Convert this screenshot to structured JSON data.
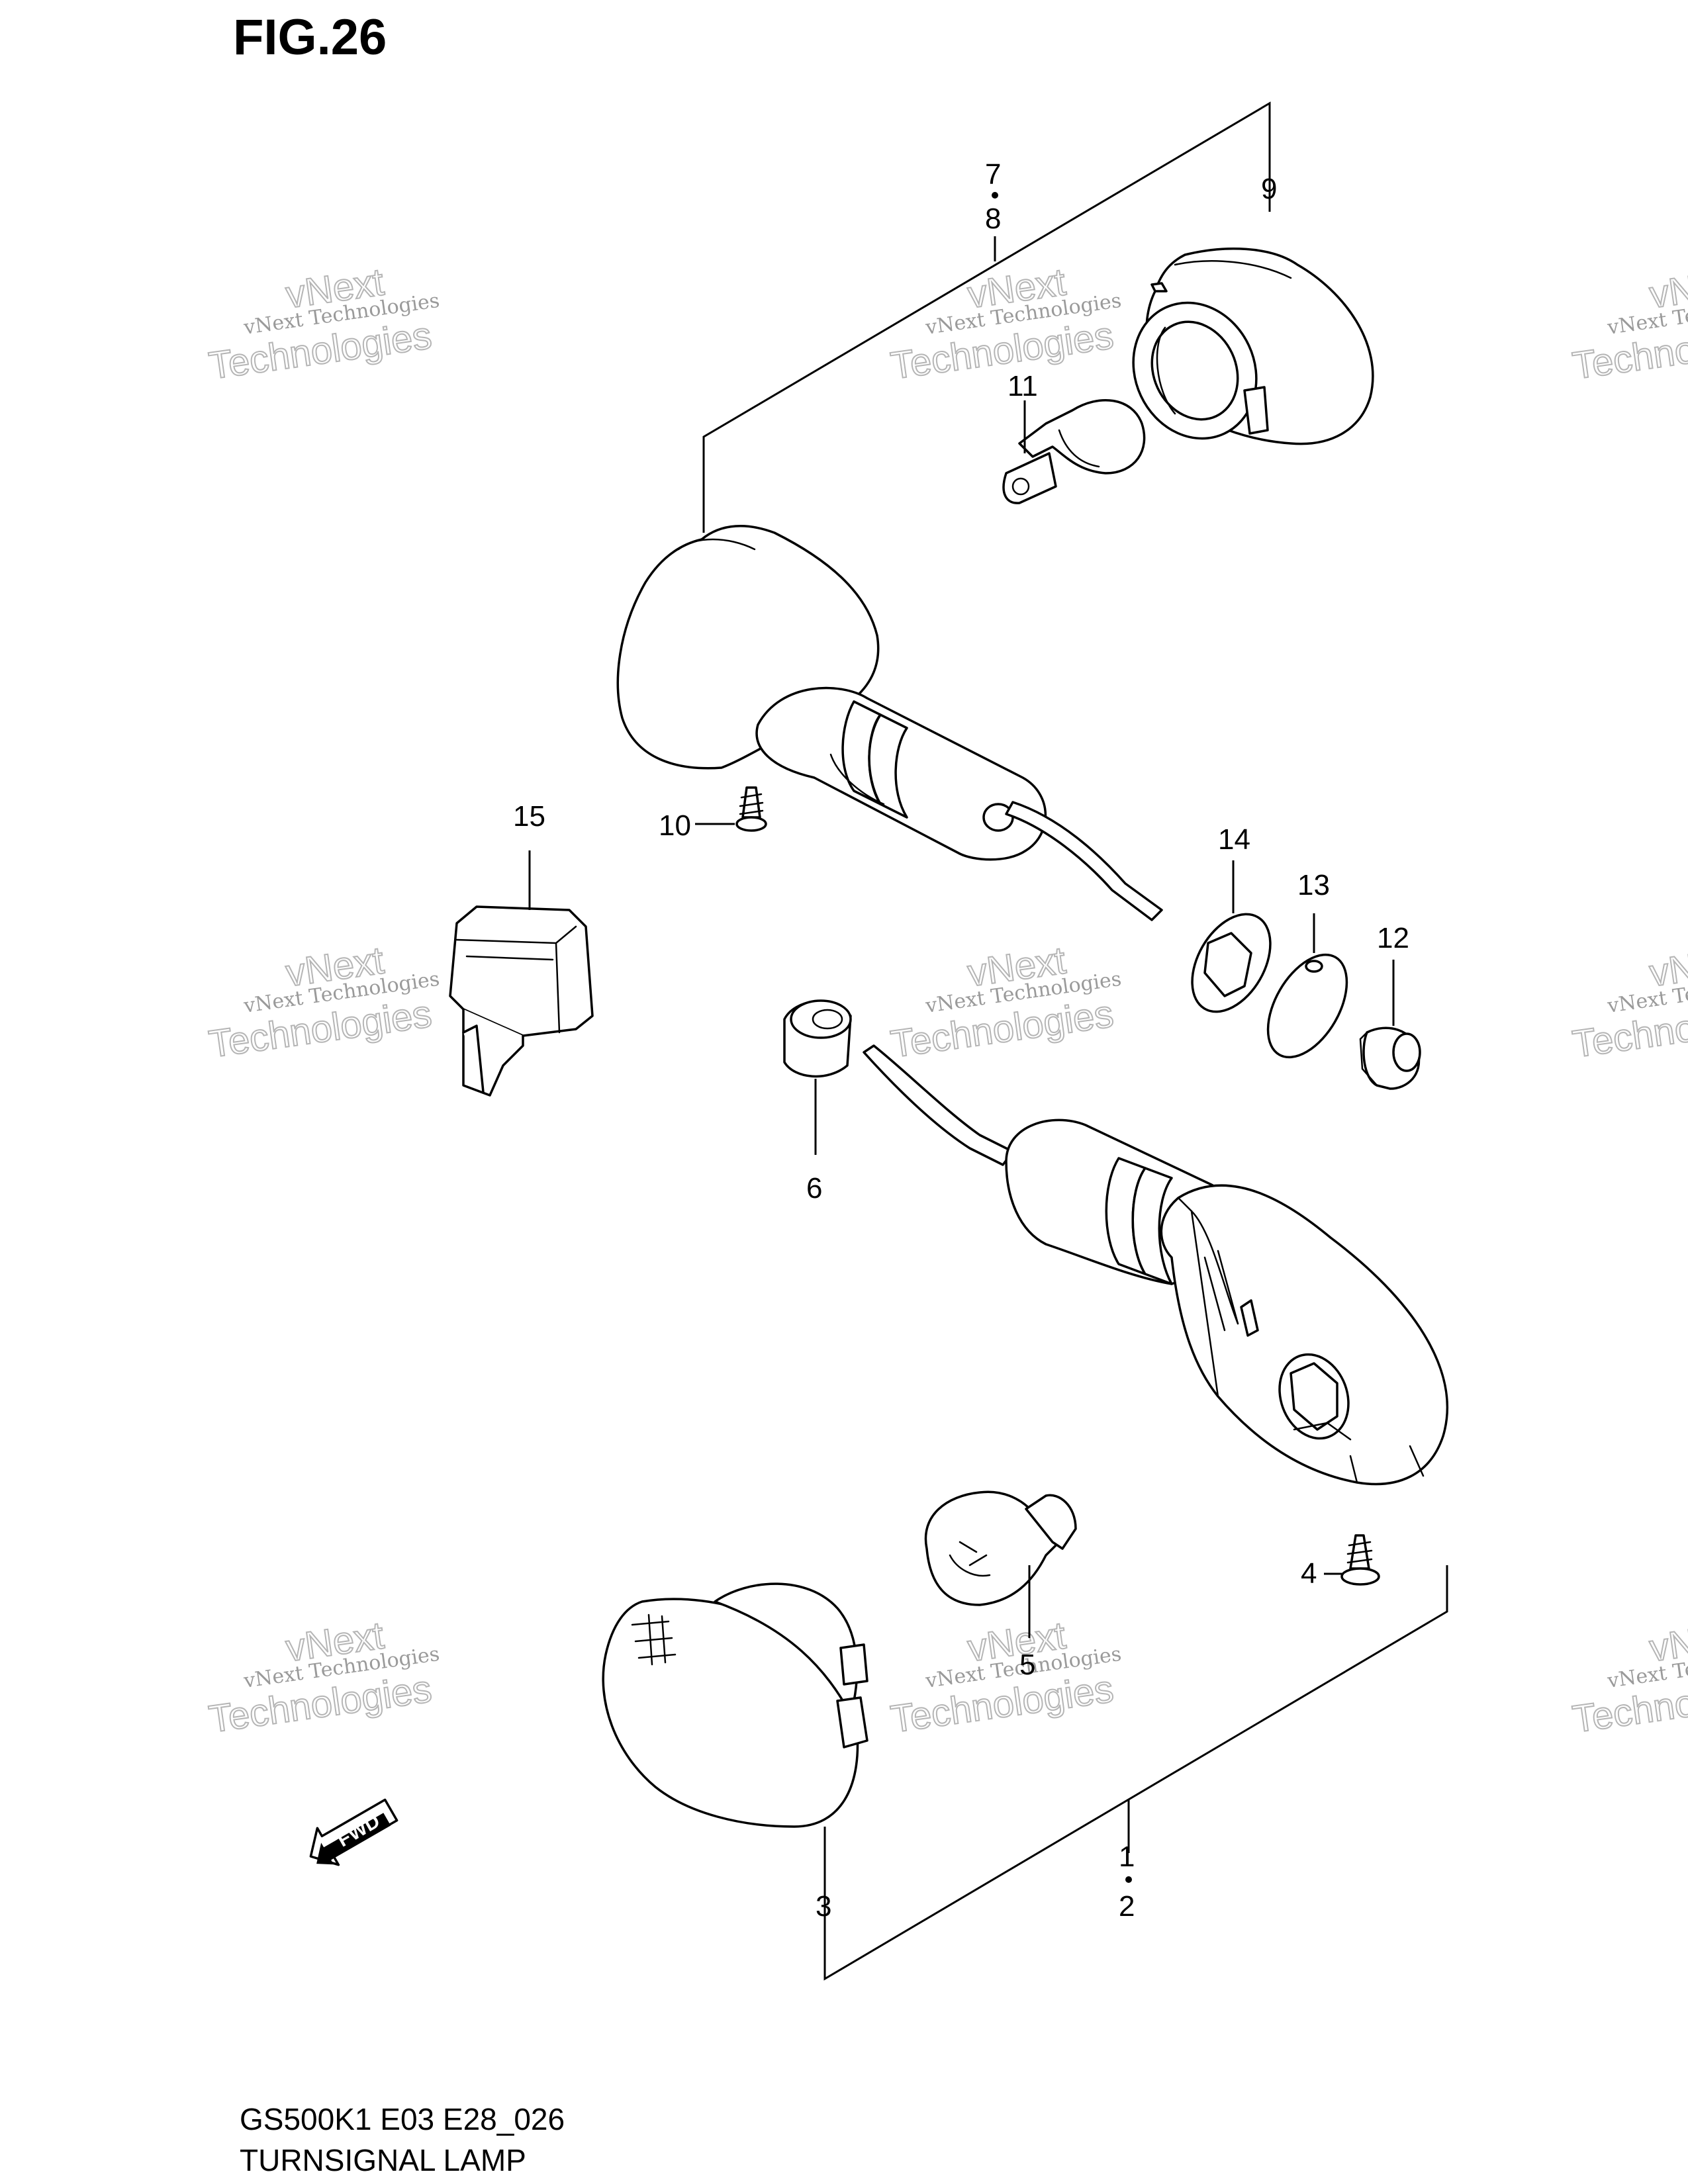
{
  "figure": {
    "title": "FIG.26",
    "model_code": "GS500K1 E03 E28_026",
    "caption": "TURNSIGNAL LAMP"
  },
  "fwd_badge": "FWD",
  "callouts": [
    {
      "id": "c1",
      "text": "1"
    },
    {
      "id": "c2",
      "text": "2"
    },
    {
      "id": "c3",
      "text": "3"
    },
    {
      "id": "c4",
      "text": "4"
    },
    {
      "id": "c5",
      "text": "5"
    },
    {
      "id": "c6",
      "text": "6"
    },
    {
      "id": "c7",
      "text": "7"
    },
    {
      "id": "c8",
      "text": "8"
    },
    {
      "id": "c9",
      "text": "9"
    },
    {
      "id": "c10",
      "text": "10"
    },
    {
      "id": "c11",
      "text": "11"
    },
    {
      "id": "c12",
      "text": "12"
    },
    {
      "id": "c13",
      "text": "13"
    },
    {
      "id": "c14",
      "text": "14"
    },
    {
      "id": "c15",
      "text": "15"
    }
  ],
  "watermark": {
    "line1": "vNext Technologies",
    "line2a": "vNext",
    "line2b": "Technologies",
    "color": "#9a9a9a"
  },
  "colors": {
    "ink": "#000000",
    "paper": "#ffffff"
  }
}
